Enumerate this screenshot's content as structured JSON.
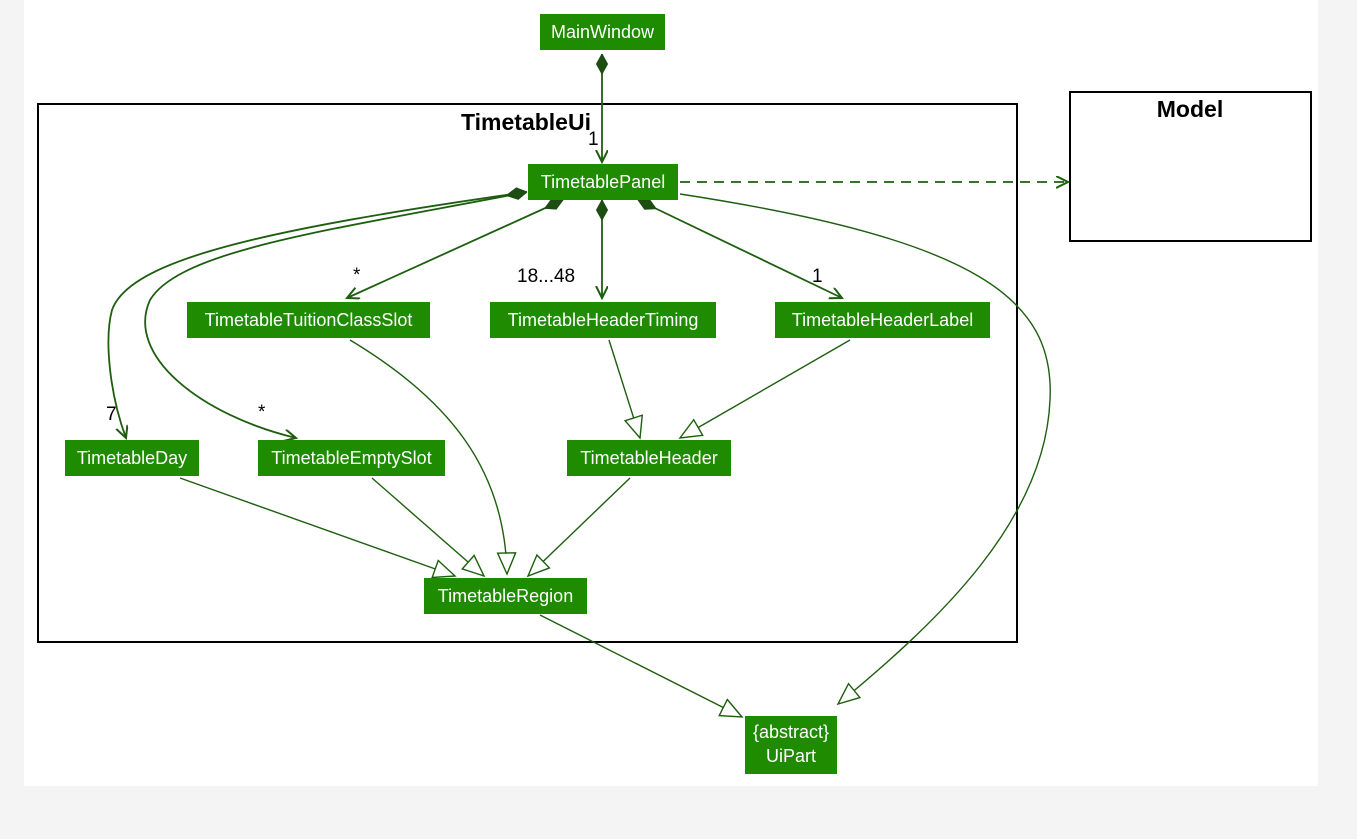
{
  "packages": {
    "timetable_ui": {
      "title": "TimetableUi"
    },
    "model": {
      "title": "Model"
    }
  },
  "classes": {
    "main_window": "MainWindow",
    "timetable_panel": "TimetablePanel",
    "tuition_class_slot": "TimetableTuitionClassSlot",
    "header_timing": "TimetableHeaderTiming",
    "header_label": "TimetableHeaderLabel",
    "day": "TimetableDay",
    "empty_slot": "TimetableEmptySlot",
    "header": "TimetableHeader",
    "region": "TimetableRegion",
    "ui_part_stereotype": "{abstract}",
    "ui_part": "UiPart"
  },
  "multiplicities": {
    "panel": "1",
    "tuition_class_slot": "*",
    "header_timing": "18...48",
    "header_label": "1",
    "day": "7",
    "empty_slot": "*"
  },
  "colors": {
    "class_fill": "#1f8b00",
    "class_text": "#ffffff",
    "edge": "#1d5e0f",
    "package_border": "#000000"
  }
}
